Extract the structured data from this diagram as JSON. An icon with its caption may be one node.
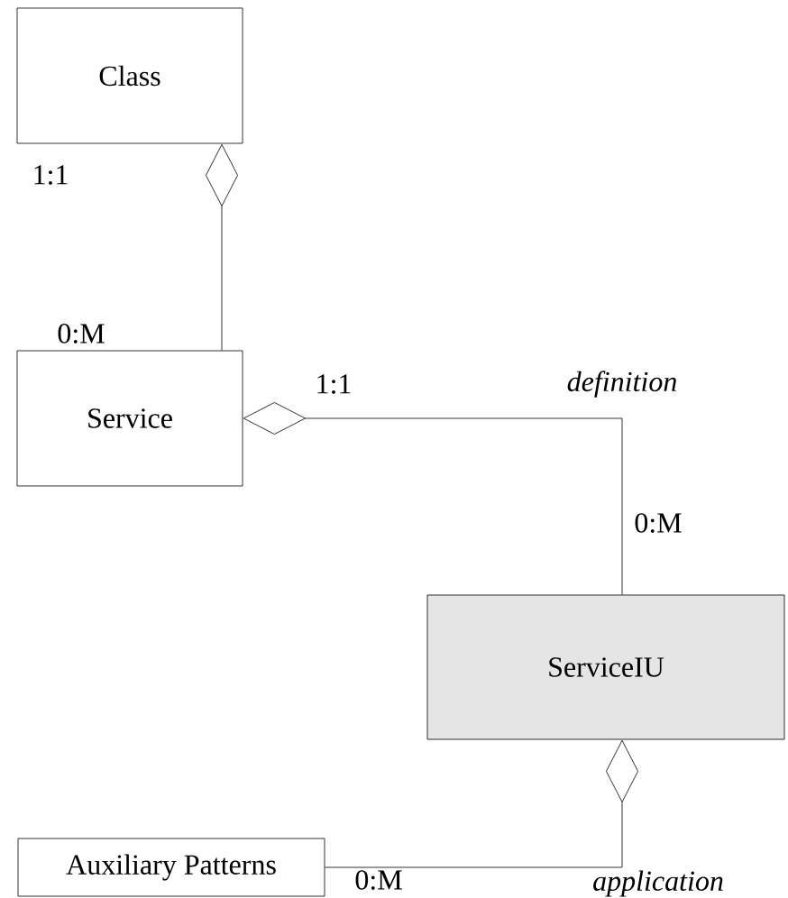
{
  "diagram": {
    "nodes": [
      {
        "text": [
          "Class"
        ]
      },
      {
        "text": [
          "Service"
        ]
      },
      {
        "text": [
          "ServiceIU"
        ]
      },
      {
        "text": [
          "Auxiliary Patterns"
        ]
      }
    ],
    "edges": [
      {
        "from": 1,
        "to": 0,
        "arrow": "other"
      },
      {
        "from": 2,
        "to": 1,
        "arrow": "other",
        "label": "definition"
      },
      {
        "from": 3,
        "to": 2,
        "arrow": "other",
        "label": "application"
      }
    ],
    "labels": [
      "1:1",
      "0:M",
      "1:1",
      "0:M",
      "0:M"
    ]
  }
}
